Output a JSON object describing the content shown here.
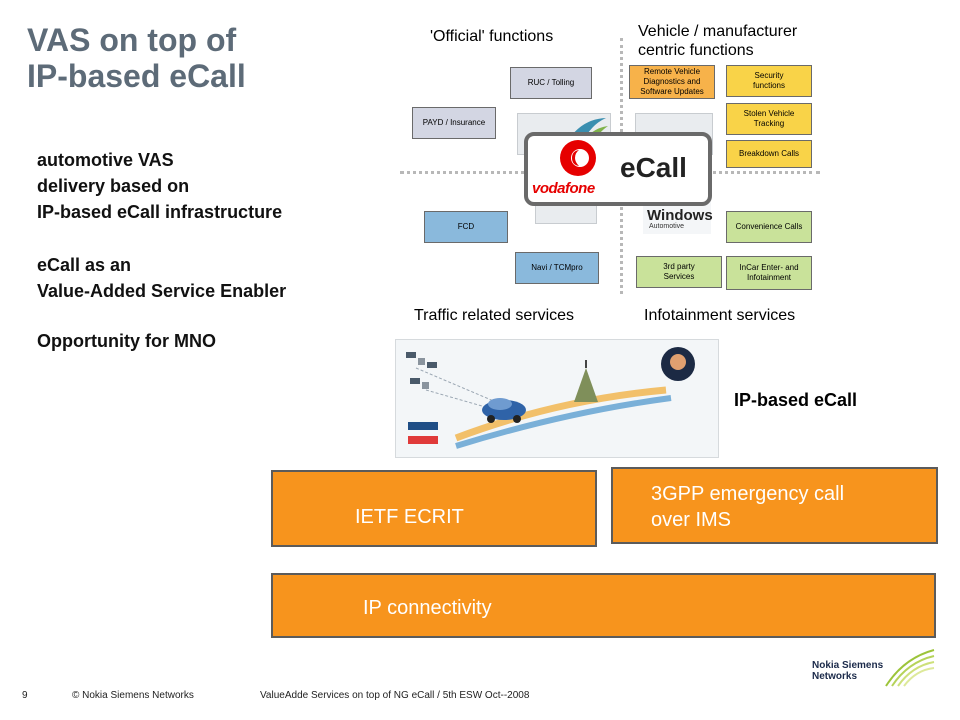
{
  "title": {
    "line1": "VAS on top of",
    "line2": "IP-based eCall"
  },
  "bullets": [
    {
      "lines": [
        "automotive VAS",
        "delivery based on",
        "IP-based eCall infrastructure"
      ]
    },
    {
      "lines": [
        "eCall as an",
        "Value-Added Service Enabler"
      ]
    },
    {
      "lines": [
        "Opportunity for MNO"
      ]
    }
  ],
  "quadrants": {
    "official": "'Official' functions",
    "vehicle": [
      "Vehicle / manufacturer",
      "centric functions"
    ],
    "traffic": "Traffic related services",
    "infotainment": "Infotainment services"
  },
  "function_boxes": {
    "ruc": "RUC / Tolling",
    "payd": "PAYD / Insurance",
    "fcd": "FCD",
    "navi": "Navi / TCMpro",
    "remote": [
      "Remote Vehicle",
      "Diagnostics and",
      "Software Updates"
    ],
    "security": [
      "Security",
      "functions"
    ],
    "stolen": [
      "Stolen Vehicle",
      "Tracking"
    ],
    "breakdown": "Breakdown Calls",
    "convenience": "Convenience Calls",
    "thirdparty": [
      "3rd party",
      "Services"
    ],
    "incar": [
      "InCar Enter- and",
      "Infotainment"
    ]
  },
  "center": {
    "ecall": "eCall",
    "vodafone": "vodafone",
    "windows": "Windows",
    "windows_sub": "Automotive"
  },
  "ip_based_ecall": "IP-based eCall",
  "stack": {
    "ietf": "IETF ECRIT",
    "threegpp": [
      "3GPP emergency call",
      "over IMS"
    ],
    "ip": "IP connectivity"
  },
  "footer": {
    "page": "9",
    "copyright": "© Nokia Siemens Networks",
    "subject": "ValueAdde Services on top of NG eCall / 5th ESW Oct--2008"
  },
  "brand": {
    "logo_lines": [
      "Nokia Siemens",
      "Networks"
    ]
  },
  "colors": {
    "title": "#5d6b78",
    "orange": "#f7941d",
    "vodafone_red": "#e60000"
  }
}
